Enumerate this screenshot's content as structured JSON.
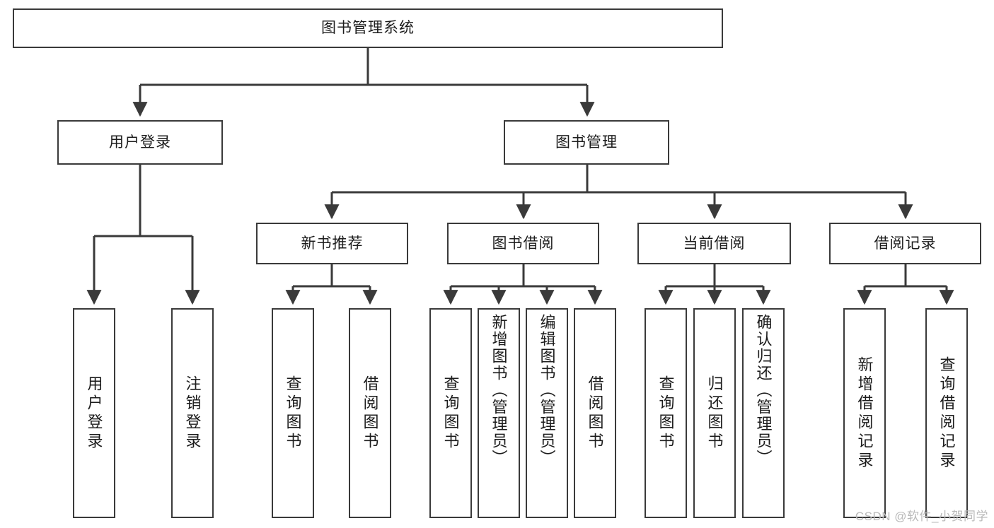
{
  "diagram": {
    "title": "图书管理系统",
    "type": "tree-hierarchy",
    "orientation": "top-down",
    "colors": {
      "node_border": "#3a3a3a",
      "node_fill": "#ffffff",
      "edge": "#3a3a3a",
      "text": "#1c1c1c",
      "watermark": "#b9b9b9",
      "background": "#ffffff"
    }
  },
  "nodes": {
    "root": {
      "label": "图书管理系统"
    },
    "level2": [
      {
        "id": "user-login",
        "label": "用户登录"
      },
      {
        "id": "book-management",
        "label": "图书管理"
      }
    ],
    "level3": [
      {
        "id": "new-book-recommend",
        "label": "新书推荐"
      },
      {
        "id": "book-borrow",
        "label": "图书借阅"
      },
      {
        "id": "current-borrow",
        "label": "当前借阅"
      },
      {
        "id": "borrow-record",
        "label": "借阅记录"
      }
    ],
    "leaves": {
      "user_login": [
        {
          "id": "leaf-user-login",
          "label": "用户登录"
        },
        {
          "id": "leaf-logout-login",
          "label": "注销登录"
        }
      ],
      "new_book_recommend": [
        {
          "id": "leaf-query-book-1",
          "label": "查询图书"
        },
        {
          "id": "leaf-borrow-book-1",
          "label": "借阅图书"
        }
      ],
      "book_borrow": [
        {
          "id": "leaf-query-book-2",
          "label": "查询图书"
        },
        {
          "id": "leaf-add-book",
          "label": "新增图书（管理员）"
        },
        {
          "id": "leaf-edit-book",
          "label": "编辑图书（管理员）"
        },
        {
          "id": "leaf-borrow-book-2",
          "label": "借阅图书"
        }
      ],
      "current_borrow": [
        {
          "id": "leaf-query-book-3",
          "label": "查询图书"
        },
        {
          "id": "leaf-return-book",
          "label": "归还图书"
        },
        {
          "id": "leaf-confirm-return",
          "label": "确认归还（管理员）"
        }
      ],
      "borrow_record": [
        {
          "id": "leaf-add-borrow-record",
          "label": "新增借阅记录"
        },
        {
          "id": "leaf-query-borrow-record",
          "label": "查询借阅记录"
        }
      ]
    }
  },
  "watermark": {
    "text": "CSDN @软件_小贺同学"
  }
}
